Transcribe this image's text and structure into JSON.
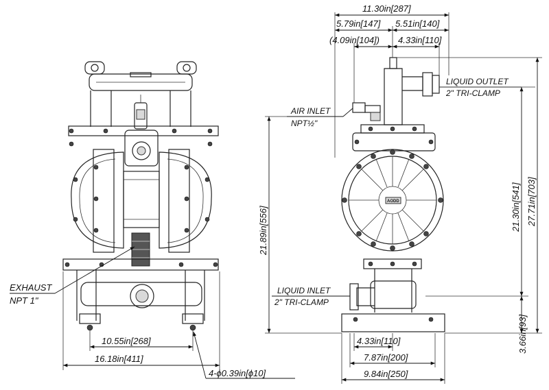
{
  "front_view": {
    "exhaust_label": "EXHAUST",
    "exhaust_size": "NPT  1\"",
    "dim_inner_width": "10.55in[268]",
    "dim_outer_width": "16.18in[411]",
    "dim_mount_holes": "4-ϕ0.39in[ϕ10]"
  },
  "side_view": {
    "dim_overall_width": "11.30in[287]",
    "dim_left_upper": "5.79in[147]",
    "dim_right_upper": "5.51in[140]",
    "dim_left_lower": "(4.09in[104])",
    "dim_right_lower": "4.33in[110]",
    "liquid_outlet_label": "LIQUID OUTLET",
    "liquid_outlet_size": "2\" TRI-CLAMP",
    "air_inlet_label": "AIR INLET",
    "air_inlet_size": "NPT½\"",
    "liquid_inlet_label": "LIQUID INLET",
    "liquid_inlet_size": "2\" TRI-CLAMP",
    "dim_air_height": "21.89in[556]",
    "dim_outlet_height": "21.30in[541]",
    "dim_overall_height": "27.71in[703]",
    "dim_inlet_height": "3.66in[93]",
    "dim_base_center": "4.33in[110]",
    "dim_base_inner": "7.87in[200]",
    "dim_base_outer": "9.84in[250]",
    "nameplate": "AODD"
  }
}
